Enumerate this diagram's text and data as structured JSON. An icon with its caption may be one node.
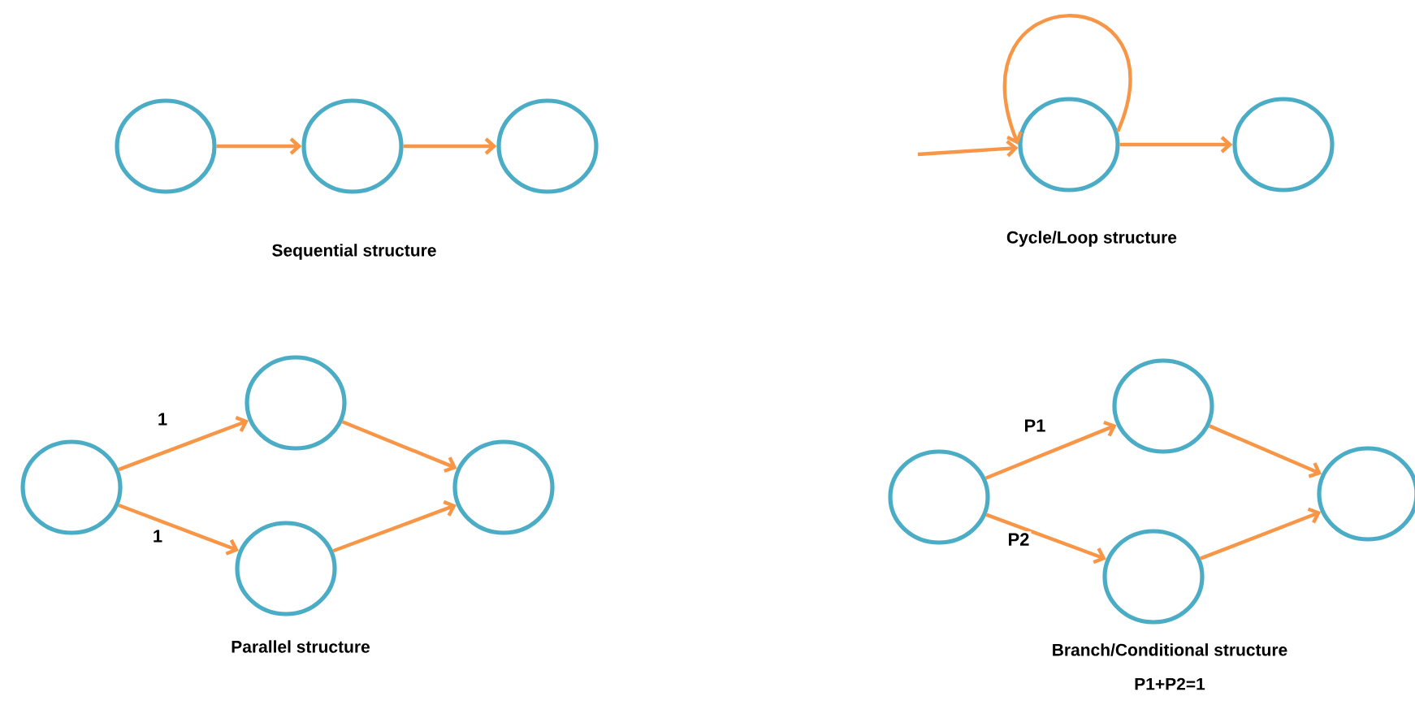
{
  "diagram": {
    "nodes": [
      {
        "text": [],
        "shape": "circle"
      },
      {
        "text": [],
        "shape": "circle"
      },
      {
        "text": [],
        "shape": "circle"
      },
      {
        "text": [],
        "shape": "circle"
      },
      {
        "text": [],
        "shape": "circle"
      },
      {
        "text": [],
        "shape": "circle"
      },
      {
        "text": [],
        "shape": "circle"
      },
      {
        "text": [],
        "shape": "circle"
      },
      {
        "text": [],
        "shape": "circle"
      },
      {
        "text": [],
        "shape": "circle"
      },
      {
        "text": [],
        "shape": "circle"
      },
      {
        "text": [],
        "shape": "circle"
      },
      {
        "text": [],
        "shape": "circle"
      }
    ],
    "edges": [
      {
        "from": 0,
        "to": 1,
        "arrow": "to"
      },
      {
        "from": 1,
        "to": 2,
        "arrow": "to"
      },
      {
        "from": null,
        "to": 3,
        "arrow": "to"
      },
      {
        "from": 3,
        "to": 3,
        "arrow": "to"
      },
      {
        "from": 3,
        "to": 4,
        "arrow": "to"
      },
      {
        "from": 5,
        "to": 6,
        "arrow": "to",
        "label": "1"
      },
      {
        "from": 5,
        "to": 7,
        "arrow": "to",
        "label": "1"
      },
      {
        "from": 6,
        "to": 8,
        "arrow": "to"
      },
      {
        "from": 7,
        "to": 8,
        "arrow": "to"
      },
      {
        "from": 9,
        "to": 10,
        "arrow": "to",
        "label": "P1"
      },
      {
        "from": 9,
        "to": 11,
        "arrow": "to",
        "label": "P2"
      },
      {
        "from": 10,
        "to": 12,
        "arrow": "to"
      },
      {
        "from": 11,
        "to": 12,
        "arrow": "to"
      }
    ],
    "labels": [
      "Sequential structure",
      "Cycle/Loop structure",
      "Parallel structure",
      "Branch/Conditional structure",
      "P1+P2=1"
    ]
  }
}
